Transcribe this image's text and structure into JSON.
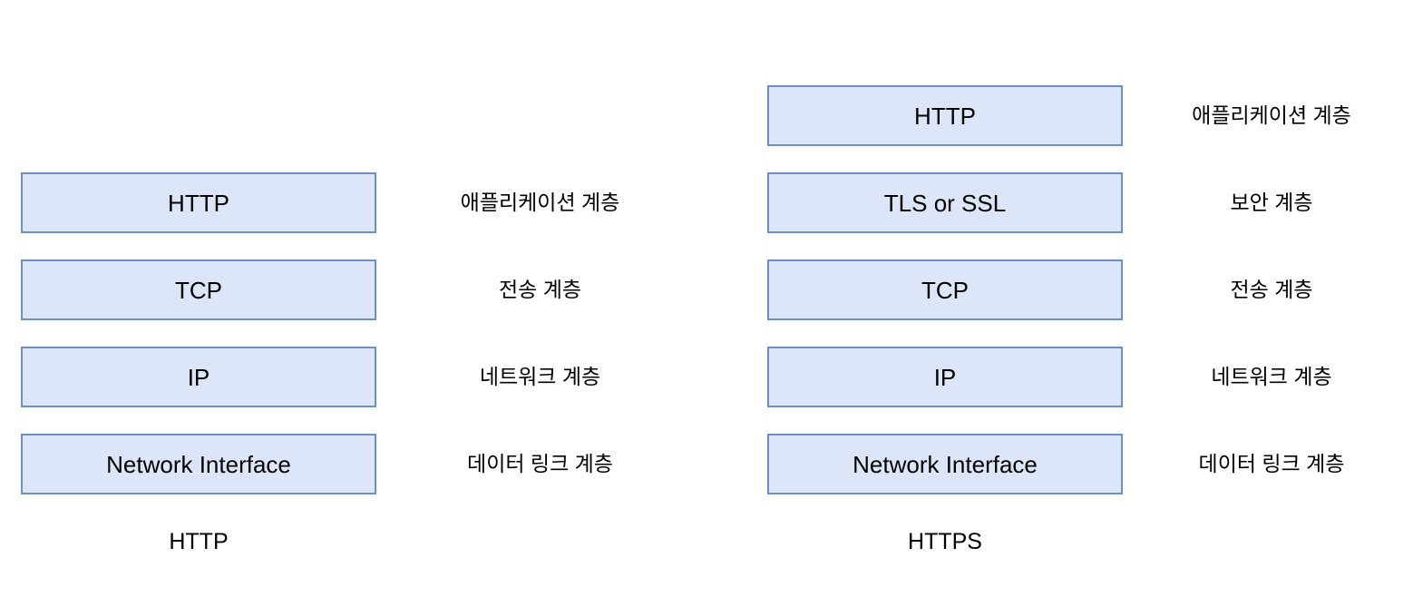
{
  "colors": {
    "box_fill": "#dce6f8",
    "box_border": "#6f8fc4",
    "text": "#000000",
    "background": "#ffffff"
  },
  "http_stack": {
    "caption": "HTTP",
    "layers": [
      {
        "protocol": "HTTP",
        "layer_name": "애플리케이션 계층"
      },
      {
        "protocol": "TCP",
        "layer_name": "전송 계층"
      },
      {
        "protocol": "IP",
        "layer_name": "네트워크 계층"
      },
      {
        "protocol": "Network Interface",
        "layer_name": "데이터 링크 계층"
      }
    ]
  },
  "https_stack": {
    "caption": "HTTPS",
    "layers": [
      {
        "protocol": "HTTP",
        "layer_name": "애플리케이션 계층"
      },
      {
        "protocol": "TLS or SSL",
        "layer_name": "보안 계층"
      },
      {
        "protocol": "TCP",
        "layer_name": "전송 계층"
      },
      {
        "protocol": "IP",
        "layer_name": "네트워크 계층"
      },
      {
        "protocol": "Network Interface",
        "layer_name": "데이터 링크 계층"
      }
    ]
  }
}
